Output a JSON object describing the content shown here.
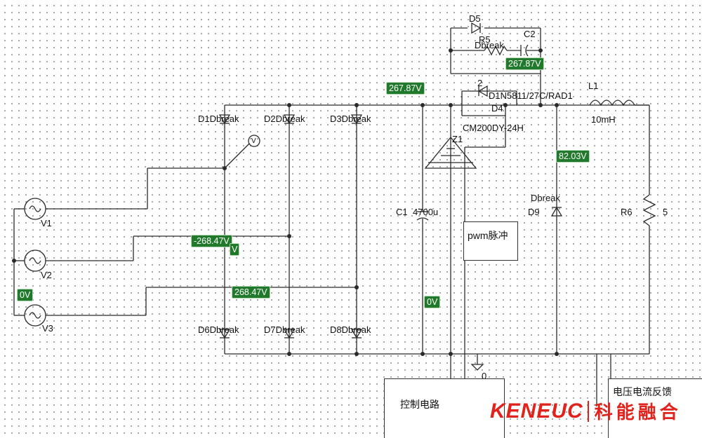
{
  "components": {
    "d1": {
      "ref": "D1",
      "model": "Dbreak"
    },
    "d2": {
      "ref": "D2",
      "model": "Dbreak"
    },
    "d3": {
      "ref": "D3",
      "model": "Dbreak"
    },
    "d5": {
      "ref": "D5",
      "model": "Dbreak"
    },
    "d6": {
      "ref": "D6",
      "model": "Dbreak"
    },
    "d7": {
      "ref": "D7",
      "model": "Dbreak"
    },
    "d8": {
      "ref": "D8",
      "model": "Dbreak"
    },
    "d9": {
      "ref": "D9",
      "model": "Dbreak"
    },
    "d4": {
      "ref": "D4",
      "model": "D1N5811/27C/RAD1",
      "extra": "2"
    },
    "r5": {
      "ref": "R5"
    },
    "c2": {
      "ref": "C2"
    },
    "z1": {
      "ref": "Z1",
      "model": "CM200DY-24H"
    },
    "c1": {
      "ref": "C1",
      "value": "4700u"
    },
    "l1": {
      "ref": "L1",
      "value": "10mH"
    },
    "r6": {
      "ref": "R6",
      "value": "5"
    },
    "v1": {
      "ref": "V1"
    },
    "v2": {
      "ref": "V2"
    },
    "v3": {
      "ref": "V3"
    },
    "meter": {
      "symbol": "V"
    },
    "ground": {
      "value": "0"
    }
  },
  "probes": [
    "267.87V",
    "267.87V",
    "-268.47V",
    "268.47V",
    "0V",
    "0V",
    "82.03V",
    "V"
  ],
  "blocks": {
    "pwm": "pwm脉冲",
    "control": "控制电路",
    "feedback": "电压电流反馈"
  },
  "logo": {
    "en": "KENEUC",
    "cn": "科能融合"
  },
  "colors": {
    "wire": "#2a2a2a",
    "probe_bg": "#217a2c",
    "logo": "#e0231c"
  }
}
